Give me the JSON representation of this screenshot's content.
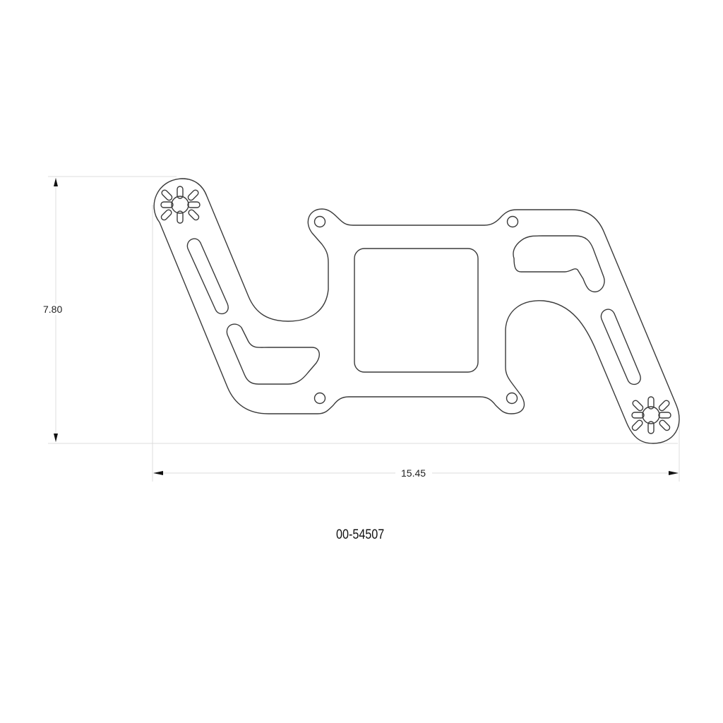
{
  "drawing": {
    "part_number": "00-54507",
    "dimensions": {
      "height": {
        "value": "7.80",
        "orientation": "vertical"
      },
      "width": {
        "value": "15.45",
        "orientation": "horizontal"
      }
    },
    "colors": {
      "outline": "#3a3a3a",
      "dimension_line": "#d8d8d8",
      "arrow": "#111111",
      "background": "#ffffff"
    },
    "features": {
      "center_port": "square-opening",
      "bolt_holes": 4,
      "adjustment_slots": 2,
      "sunburst_patterns": 2,
      "relief_cutouts": 4
    }
  }
}
